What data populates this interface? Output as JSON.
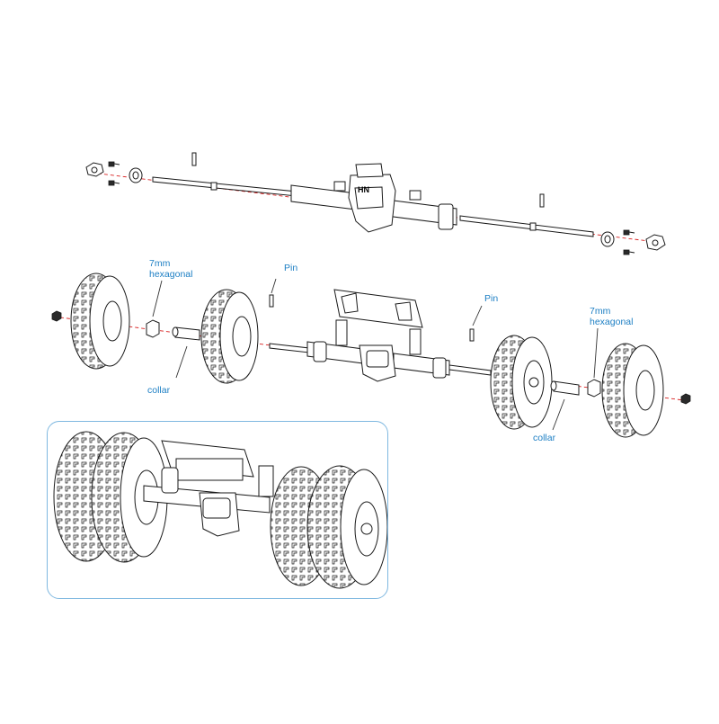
{
  "colors": {
    "line": "#1a1a1a",
    "label": "#1d7fc4",
    "axle_dash": "#d81f1f",
    "leader": "#333333",
    "inset_border": "#7fb8e0",
    "fill": "#ffffff",
    "shade": "#e9e9e9",
    "dark": "#2a2a2a"
  },
  "logo_text": "HN",
  "labels": {
    "hex_left": "7mm\nhexagonal",
    "pin_left": "Pin",
    "collar_left": "collar",
    "pin_right": "Pin",
    "hex_right": "7mm\nhexagonal",
    "collar_right": "collar"
  },
  "icons": [
    "nut-icon",
    "screw-icon",
    "bearing-icon",
    "axle-shaft-icon",
    "pin-icon",
    "differential-housing-icon",
    "tire-icon",
    "hex-adapter-icon",
    "collar-icon",
    "shock-absorber-icon"
  ]
}
